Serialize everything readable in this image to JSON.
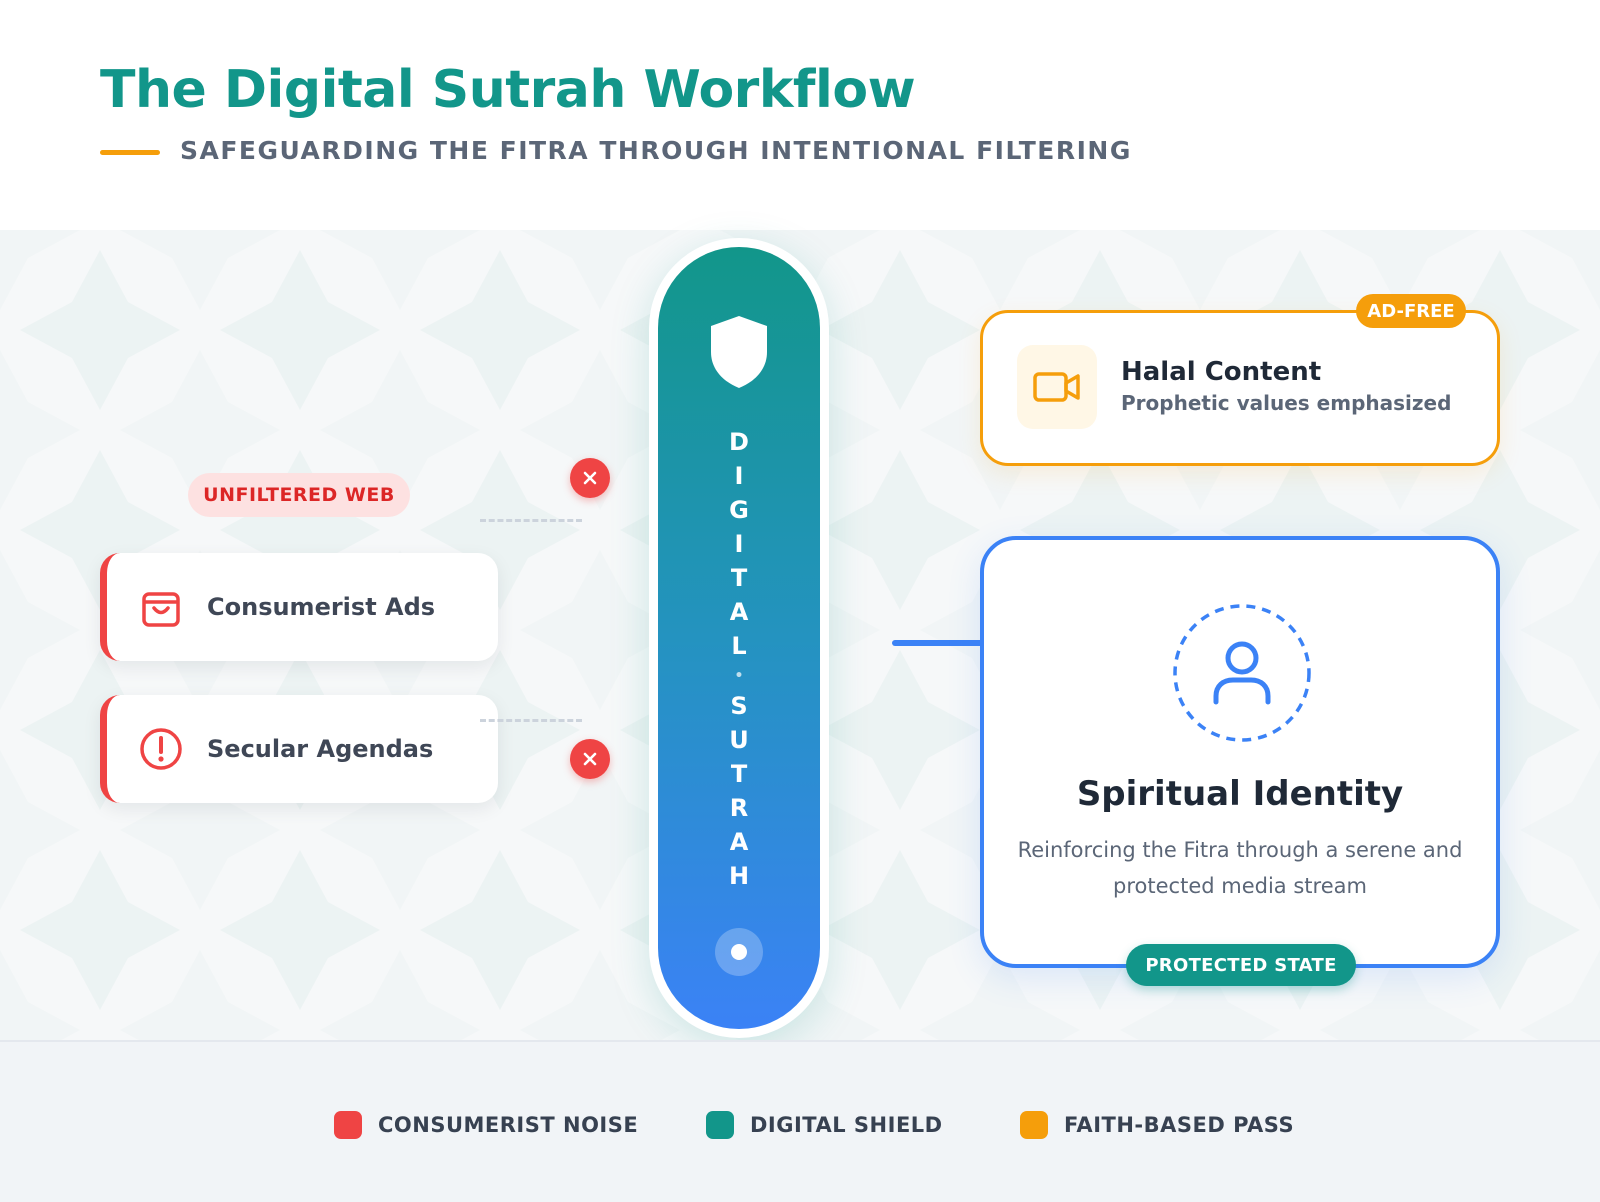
{
  "header": {
    "title": "The Digital Sutrah Workflow",
    "subtitle": "SAFEGUARDING THE FITRA THROUGH INTENTIONAL FILTERING"
  },
  "left": {
    "badge": "UNFILTERED WEB",
    "cards": [
      {
        "label": "Consumerist Ads",
        "icon": "shopping-bag-icon"
      },
      {
        "label": "Secular Agendas",
        "icon": "alert-circle-icon"
      }
    ],
    "blocked_icon": "close-icon"
  },
  "shield": {
    "icon": "shield-icon",
    "letters": [
      "D",
      "I",
      "G",
      "I",
      "T",
      "A",
      "L",
      "•",
      "S",
      "U",
      "T",
      "R",
      "A",
      "H"
    ]
  },
  "right": {
    "halal": {
      "badge": "AD-FREE",
      "title": "Halal Content",
      "subtitle": "Prophetic values emphasized",
      "icon": "video-camera-icon"
    },
    "identity": {
      "title": "Spiritual Identity",
      "description": "Reinforcing the Fitra through a serene and protected media stream",
      "status": "PROTECTED STATE",
      "icon": "user-icon"
    }
  },
  "legend": [
    {
      "label": "CONSUMERIST NOISE",
      "color": "#ef4444"
    },
    {
      "label": "DIGITAL SHIELD",
      "color": "#12968a"
    },
    {
      "label": "FAITH-BASED PASS",
      "color": "#f59e0b"
    }
  ],
  "colors": {
    "brand": "#12968a",
    "noise": "#ef4444",
    "faith": "#f59e0b",
    "identity": "#3b82f6"
  }
}
